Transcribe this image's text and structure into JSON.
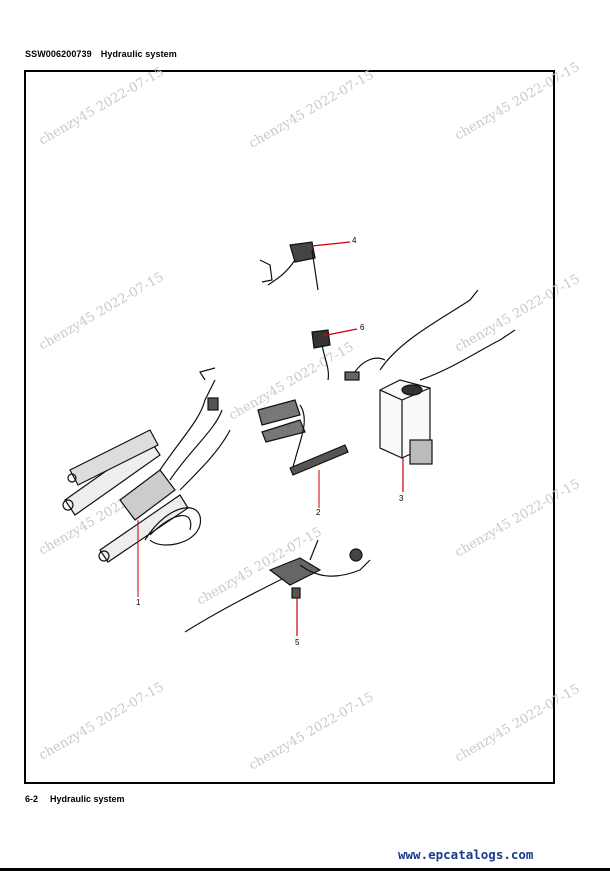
{
  "header": {
    "doc_code": "SSW006200739",
    "title": "Hydraulic system"
  },
  "footer": {
    "page_number": "6-2",
    "title": "Hydraulic system"
  },
  "site_url": "www.epcatalogs.com",
  "watermark": "chenzy45 2022-07-15",
  "callouts": [
    "1",
    "2",
    "3",
    "4",
    "5",
    "6"
  ],
  "colors": {
    "leader_line": "#cc0000",
    "watermark": "#c9c9c9",
    "site_url": "#1a3b8c"
  }
}
